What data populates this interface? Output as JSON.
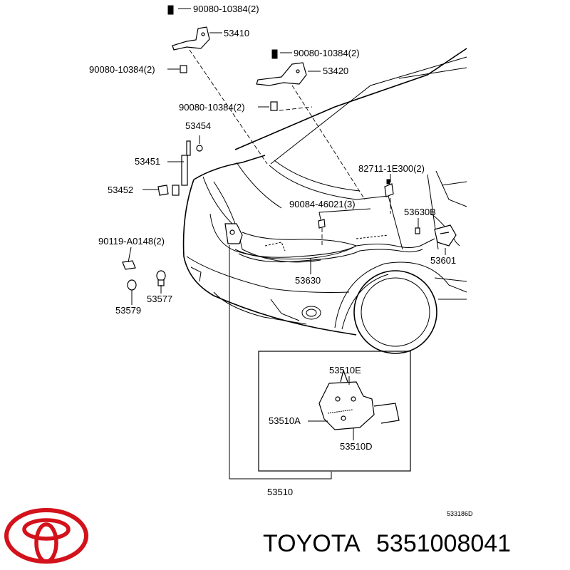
{
  "diagram": {
    "labels": {
      "bolt_90080_top": "90080-10384(2)",
      "hinge_53410": "53410",
      "bolt_90080_left": "90080-10384(2)",
      "bolt_90080_right_top": "90080-10384(2)",
      "hinge_53420": "53420",
      "bolt_90080_mid": "90080-10384(2)",
      "part_53454": "53454",
      "part_53451": "53451",
      "part_53452": "53452",
      "clip_82711": "82711-1E300(2)",
      "clip_90084": "90084-46021(3)",
      "part_53630B": "53630B",
      "screw_90119": "90119-A0148(2)",
      "part_53601": "53601",
      "part_53630": "53630",
      "part_53577": "53577",
      "part_53579": "53579",
      "lock_53510E": "53510E",
      "lock_53510A": "53510A",
      "lock_53510D": "53510D",
      "lock_53510": "53510",
      "diagram_code": "533186D"
    },
    "brand": {
      "name": "TOYOTA",
      "part_number": "5351008041",
      "logo_color": "#d3121b"
    }
  }
}
